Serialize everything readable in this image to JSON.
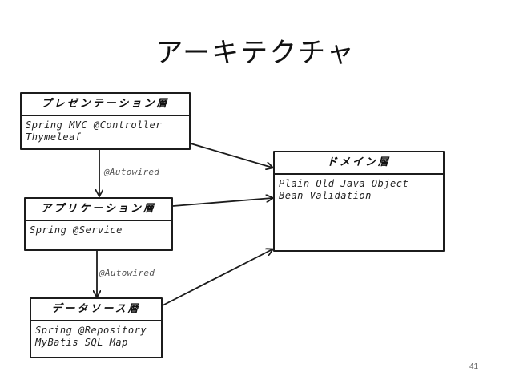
{
  "slide": {
    "title": "アーキテクチャ",
    "page_number": "41"
  },
  "diagram": {
    "presentation": {
      "name": "プレゼンテーション層",
      "lines": [
        "Spring MVC @Controller",
        "Thymeleaf"
      ]
    },
    "application": {
      "name": "アプリケーション層",
      "lines": [
        "Spring @Service"
      ]
    },
    "datasource": {
      "name": "データソース層",
      "lines": [
        "Spring @Repository",
        "MyBatis SQL Map"
      ]
    },
    "domain": {
      "name": "ドメイン層",
      "lines": [
        "Plain Old Java Object",
        "Bean Validation"
      ]
    },
    "edges": [
      {
        "from": "presentation",
        "to": "application",
        "label": "@Autowired"
      },
      {
        "from": "application",
        "to": "datasource",
        "label": "@Autowired"
      },
      {
        "from": "presentation",
        "to": "domain",
        "label": ""
      },
      {
        "from": "application",
        "to": "domain",
        "label": ""
      },
      {
        "from": "datasource",
        "to": "domain",
        "label": ""
      }
    ]
  }
}
